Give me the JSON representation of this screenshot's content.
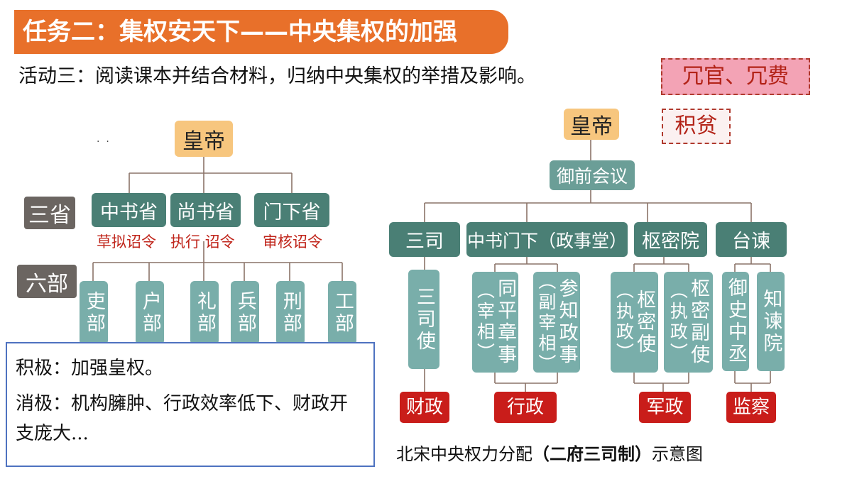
{
  "title": "任务二：集权安天下——中央集权的加强",
  "activity": "活动三：阅读课本并结合材料，归纳中央集权的举措及影响。",
  "tags": {
    "pink": "冗官、冗费",
    "plain": "积贫"
  },
  "left_diagram": {
    "emperor": "皇帝",
    "san_sheng_label": "三省",
    "liu_bu_label": "六部",
    "sheng": [
      {
        "name": "中书省",
        "duty": "草拟诏令"
      },
      {
        "name": "尚书省",
        "duty": "执行 诏令"
      },
      {
        "name": "门下省",
        "duty": "审核诏令"
      }
    ],
    "bu": [
      "吏部",
      "户部",
      "礼部",
      "兵部",
      "刑部",
      "工部"
    ]
  },
  "evaluation": {
    "positive": "积极：加强皇权。",
    "negative": "消极：机构臃肿、行政效率低下、财政开支庞大..."
  },
  "right_diagram": {
    "emperor": "皇帝",
    "council": "御前会议",
    "branches": [
      "三司",
      "中书门下（政事堂）",
      "枢密院",
      "台谏"
    ],
    "officials": {
      "sansi": "三司使",
      "zhongshu_a_main": "同平章事",
      "zhongshu_a_sub": "（宰相）",
      "zhongshu_b_main": "参知政事",
      "zhongshu_b_sub": "（副宰相）",
      "shumi_a_main": "枢密使",
      "shumi_a_sub": "（执政）",
      "shumi_b_main": "枢密副使",
      "shumi_b_sub": "（执政）",
      "taijian_a": "御史中丞",
      "taijian_b": "知谏院"
    },
    "functions": [
      "财政",
      "行政",
      "军政",
      "监察"
    ]
  },
  "caption": {
    "prefix": "北宋中央权力分配",
    "bold": "（二府三司制）",
    "suffix": "示意图"
  },
  "colors": {
    "banner": "#e8702a",
    "dark_node": "#4a7f75",
    "light_node": "#79aeaa",
    "emperor_node": "#f7c67e",
    "red": "#c91d1a"
  }
}
